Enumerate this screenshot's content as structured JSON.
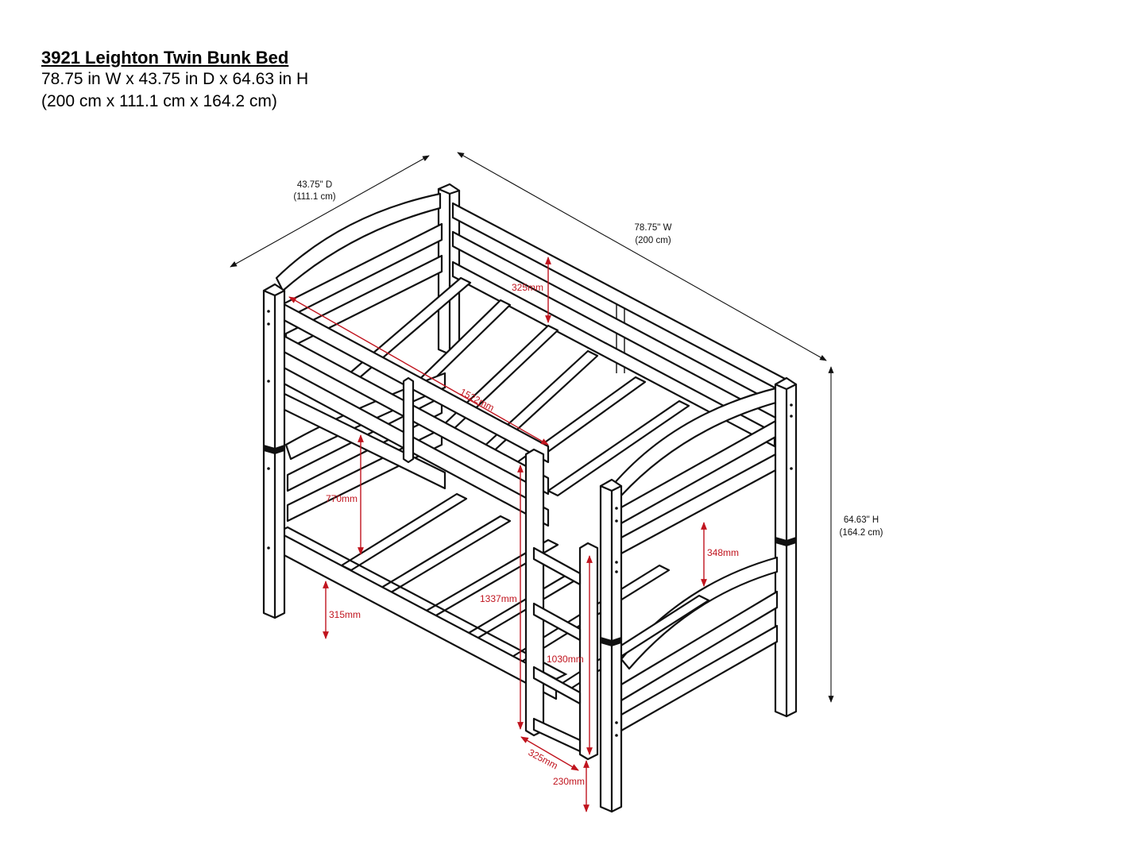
{
  "header": {
    "title": "3921  Leighton Twin Bunk Bed",
    "dims_imperial": "78.75 in W x 43.75 in D x 64.63 in H",
    "dims_metric": "(200 cm x 111.1 cm x 164.2 cm)"
  },
  "overall_dims": {
    "depth": "43.75\" D",
    "depth_cm": "(111.1 cm)",
    "width": "78.75\" W",
    "width_cm": "(200 cm)",
    "height": "64.63\" H",
    "height_cm": "(164.2 cm)"
  },
  "callouts": {
    "c325_top": "325mm",
    "c1522": "1522mm",
    "c770": "770mm",
    "c348": "348mm",
    "c1337": "1337mm",
    "c315": "315mm",
    "c1030": "1030mm",
    "c325_ladder": "325mm",
    "c230": "230mm"
  },
  "colors": {
    "line": "#111111",
    "callout": "#c0141e",
    "background": "#ffffff"
  }
}
